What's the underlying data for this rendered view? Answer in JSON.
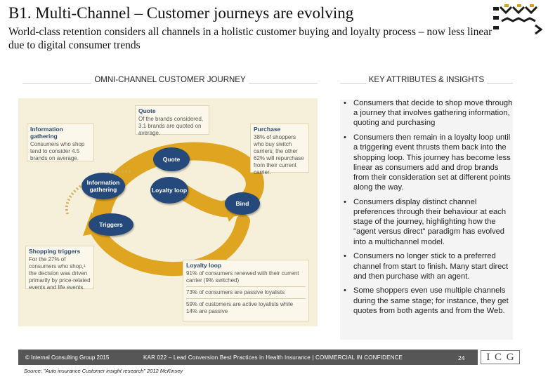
{
  "slide": {
    "title": "B1. Multi-Channel – Customer journeys are evolving",
    "subtitle": "World-class retention considers all channels in a holistic customer buying and loyalty process – now less linear due to digital consumer trends"
  },
  "colors": {
    "accent_navy": "#25497a",
    "loop_gold": "#e0a520",
    "diagram_bg": "#f6efda",
    "footer_bg": "#565656"
  },
  "left_section": {
    "heading": "OMNI-CHANNEL CUSTOMER JOURNEY"
  },
  "right_section": {
    "heading": "KEY ATTRIBUTES & INSIGHTS"
  },
  "diagram": {
    "nodes": {
      "quote": "Quote",
      "loyalty": "Loyalty loop",
      "info": "Information gathering",
      "triggers": "Triggers",
      "bind": "Bind"
    },
    "callouts": {
      "quote": {
        "heading": "Quote",
        "text": "Of the brands considered, 3.1 brands are quoted on average."
      },
      "info": {
        "heading": "Information gathering",
        "text": "Consumers who shop tend to consider 4.5 brands on average."
      },
      "purchase": {
        "heading": "Purchase",
        "text": "38% of shoppers who buy switch carriers; the other 62% will repurchase from their current carrier."
      },
      "triggers": {
        "heading": "Shopping triggers",
        "text": "For the 27% of consumers who shop,¹ the decision was driven primarily by price-related events and life events."
      },
      "loyalty": {
        "heading": "Loyalty loop",
        "text1": "91% of consumers renewed with their current carrier (9% switched)",
        "text2": "73% of consumers are passive loyalists",
        "text3": "59% of customers are active loyalists while 14% are passive"
      }
    }
  },
  "insights": [
    "Consumers that decide to shop move through a journey that involves gathering information, quoting and purchasing",
    "Consumers then remain in a loyalty loop until a triggering event thrusts them back into the shopping loop. This journey has become less linear as consumers add and drop brands from their consideration set at different points along the way.",
    "Consumers display distinct channel preferences through their behaviour at each stage of the journey, highlighting how the \"agent versus direct\" paradigm has evolved into a multichannel model.",
    "Consumers no longer stick to a preferred channel from start to finish. Many start direct and then purchase with an agent.",
    "Some shoppers even use multiple channels during the same stage; for instance, they get quotes from both agents and from the Web."
  ],
  "footer": {
    "copyright": "© Internal Consulting Group 2015",
    "project": "KAR 022 – Lead Conversion Best Practices in Health Insurance  |  COMMERCIAL IN CONFIDENCE",
    "page": "24",
    "brand_letters": [
      "I",
      "C",
      "G"
    ],
    "source": "Source: \"Auto insurance Customer insight research\" 2012 McKinsey"
  }
}
